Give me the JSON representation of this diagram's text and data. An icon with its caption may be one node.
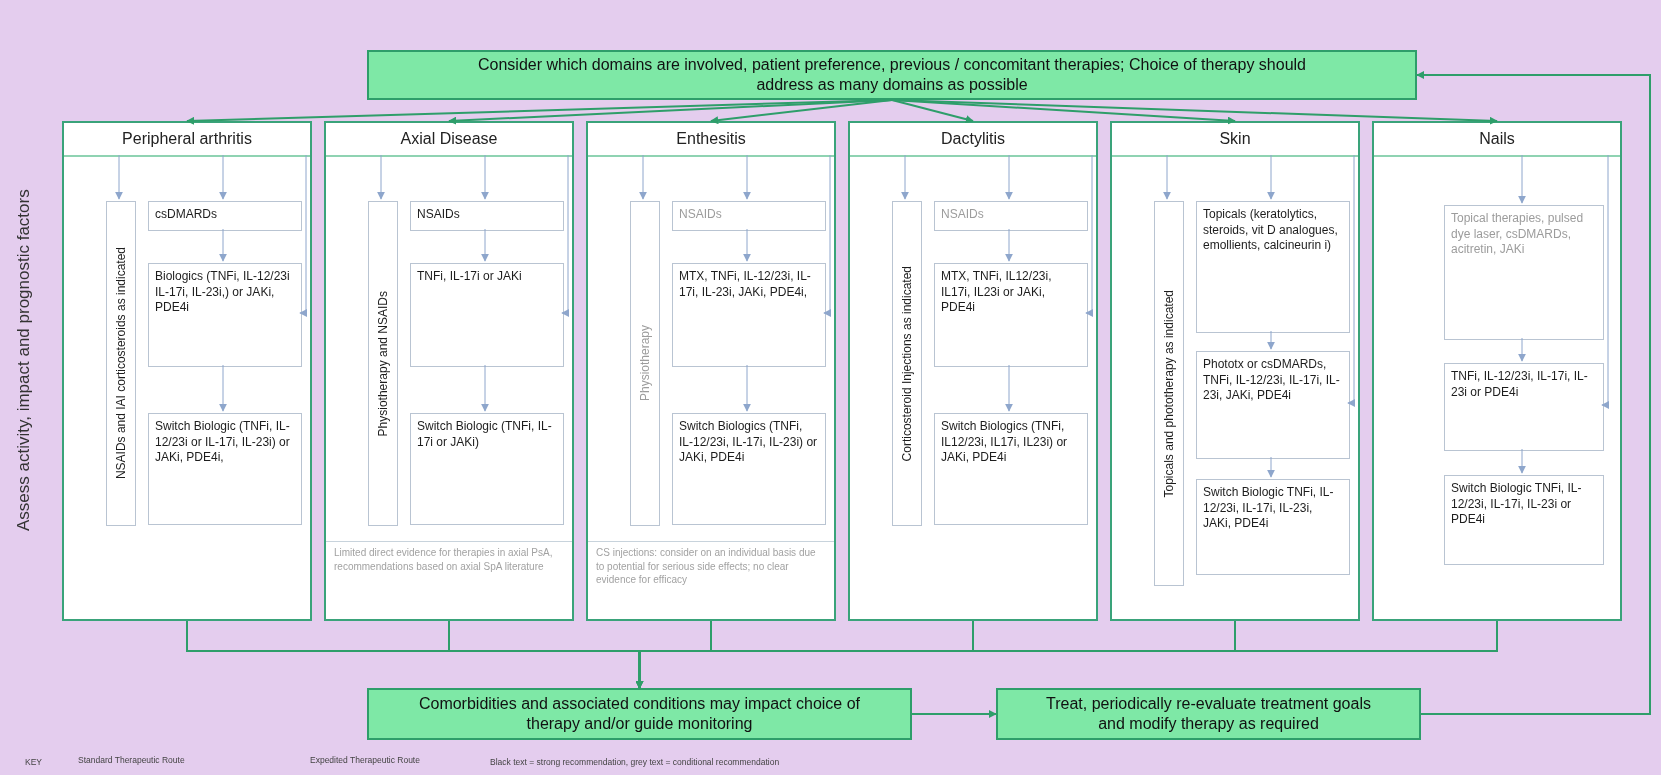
{
  "diagram": {
    "nodes": [
      {
        "text": [
          "Consider which domains are involved, patient preference, previous / concomitant therapies; Choice of therapy should address as many domains as possible"
        ]
      },
      {
        "text": [
          "Peripheral arthritis"
        ]
      },
      {
        "text": [
          "NSAIDs and IAI corticosteroids as indicated"
        ],
        "in": 1
      },
      {
        "text": [
          "csDMARDs"
        ],
        "in": 1
      },
      {
        "text": [
          "Biologics (TNFi, IL-12/23i IL-17i, IL-23i,) or JAKi, PDE4i"
        ],
        "in": 1
      },
      {
        "text": [
          "Switch Biologic (TNFi, IL-12/23i or IL-17i, IL-23i) or JAKi, PDE4i,"
        ],
        "in": 1
      },
      {
        "text": [
          "Axial Disease",
          "Limited direct evidence for therapies in axial PsA, recommendations based on axial SpA literature"
        ]
      },
      {
        "text": [
          "Physiotherapy and NSAIDs"
        ],
        "in": 6
      },
      {
        "text": [
          "NSAIDs"
        ],
        "in": 6
      },
      {
        "text": [
          "TNFi, IL-17i or JAKi"
        ],
        "in": 6
      },
      {
        "text": [
          "Switch Biologic (TNFi, IL-17i or JAKi)"
        ],
        "in": 6
      },
      {
        "text": [
          "Enthesitis",
          "CS injections: consider on an individual basis due to potential for serious side effects; no clear evidence for efficacy"
        ]
      },
      {
        "text": [
          "Physiotherapy"
        ],
        "in": 11
      },
      {
        "text": [
          "NSAIDs"
        ],
        "in": 11
      },
      {
        "text": [
          "MTX, TNFi, IL-12/23i, IL-17i, IL-23i, JAKi, PDE4i,"
        ],
        "in": 11
      },
      {
        "text": [
          "Switch Biologics (TNFi, IL-12/23i, IL-17i, IL-23i) or JAKi, PDE4i"
        ],
        "in": 11
      },
      {
        "text": [
          "Dactylitis"
        ]
      },
      {
        "text": [
          "Corticosteroid Injections as indicated"
        ],
        "in": 16
      },
      {
        "text": [
          "NSAIDs"
        ],
        "in": 16
      },
      {
        "text": [
          "MTX, TNFi, IL12/23i, IL17i, IL23i or JAKi, PDE4i"
        ],
        "in": 16
      },
      {
        "text": [
          "Switch Biologics (TNFi, IL12/23i, IL17i, IL23i) or JAKi, PDE4i"
        ],
        "in": 16
      },
      {
        "text": [
          "Skin"
        ]
      },
      {
        "text": [
          "Topicals and phototherapy as indicated"
        ],
        "in": 21
      },
      {
        "text": [
          "Topicals (keratolytics, steroids, vit D analogues, emollients, calcineurin i)"
        ],
        "in": 21
      },
      {
        "text": [
          "Phototx or csDMARDs, TNFi, IL-12/23i, IL-17i, IL-23i, JAKi, PDE4i"
        ],
        "in": 21
      },
      {
        "text": [
          "Switch Biologic TNFi, IL-12/23i, IL-17i, IL-23i, JAKi, PDE4i"
        ],
        "in": 21
      },
      {
        "text": [
          "Nails"
        ]
      },
      {
        "text": [
          "Topical therapies, pulsed dye laser, csDMARDs, acitretin, JAKi"
        ],
        "in": 26
      },
      {
        "text": [
          "TNFi, IL-12/23i, IL-17i, IL-23i or PDE4i"
        ],
        "in": 26
      },
      {
        "text": [
          "Switch Biologic TNFi, IL-12/23i, IL-17i, IL-23i or PDE4i"
        ],
        "in": 26
      },
      {
        "text": [
          "Comorbidities and associated conditions may impact choice of therapy and/or guide monitoring"
        ]
      },
      {
        "text": [
          "Treat, periodically re-evaluate treatment goals and modify therapy as required"
        ]
      }
    ],
    "edges": [
      {
        "from": 0,
        "to": 1,
        "arrow": "to",
        "color": "#2e9e6a"
      },
      {
        "from": 0,
        "to": 6,
        "arrow": "to",
        "color": "#2e9e6a"
      },
      {
        "from": 0,
        "to": 11,
        "arrow": "to",
        "color": "#2e9e6a"
      },
      {
        "from": 0,
        "to": 16,
        "arrow": "to",
        "color": "#2e9e6a"
      },
      {
        "from": 0,
        "to": 21,
        "arrow": "to",
        "color": "#2e9e6a"
      },
      {
        "from": 0,
        "to": 26,
        "arrow": "to",
        "color": "#2e9e6a"
      },
      {
        "from": 1,
        "to": 2,
        "arrow": "to"
      },
      {
        "from": 1,
        "to": 3,
        "arrow": "to"
      },
      {
        "from": 3,
        "to": 4,
        "arrow": "to"
      },
      {
        "from": 4,
        "to": 5,
        "arrow": "to"
      },
      {
        "from": 1,
        "to": 4,
        "arrow": "to"
      },
      {
        "from": 6,
        "to": 7,
        "arrow": "to"
      },
      {
        "from": 6,
        "to": 8,
        "arrow": "to"
      },
      {
        "from": 8,
        "to": 9,
        "arrow": "to"
      },
      {
        "from": 9,
        "to": 10,
        "arrow": "to"
      },
      {
        "from": 6,
        "to": 9,
        "arrow": "to"
      },
      {
        "from": 11,
        "to": 12,
        "arrow": "to"
      },
      {
        "from": 11,
        "to": 13,
        "arrow": "to"
      },
      {
        "from": 13,
        "to": 14,
        "arrow": "to"
      },
      {
        "from": 14,
        "to": 15,
        "arrow": "to"
      },
      {
        "from": 11,
        "to": 14,
        "arrow": "to"
      },
      {
        "from": 16,
        "to": 17,
        "arrow": "to"
      },
      {
        "from": 16,
        "to": 18,
        "arrow": "to"
      },
      {
        "from": 18,
        "to": 19,
        "arrow": "to"
      },
      {
        "from": 19,
        "to": 20,
        "arrow": "to"
      },
      {
        "from": 16,
        "to": 19,
        "arrow": "to"
      },
      {
        "from": 21,
        "to": 22,
        "arrow": "to"
      },
      {
        "from": 21,
        "to": 23,
        "arrow": "to"
      },
      {
        "from": 23,
        "to": 24,
        "arrow": "to"
      },
      {
        "from": 24,
        "to": 25,
        "arrow": "to"
      },
      {
        "from": 21,
        "to": 24,
        "arrow": "to"
      },
      {
        "from": 26,
        "to": 27,
        "arrow": "to"
      },
      {
        "from": 27,
        "to": 28,
        "arrow": "to"
      },
      {
        "from": 28,
        "to": 29,
        "arrow": "to"
      },
      {
        "from": 26,
        "to": 28,
        "arrow": "to"
      },
      {
        "from": 1,
        "to": 30,
        "arrow": "to",
        "color": "#2e9e6a"
      },
      {
        "from": 6,
        "to": 30,
        "arrow": "to",
        "color": "#2e9e6a"
      },
      {
        "from": 11,
        "to": 30,
        "arrow": "to",
        "color": "#2e9e6a"
      },
      {
        "from": 16,
        "to": 30,
        "arrow": "to",
        "color": "#2e9e6a"
      },
      {
        "from": 21,
        "to": 30,
        "arrow": "to",
        "color": "#2e9e6a"
      },
      {
        "from": 26,
        "to": 30,
        "arrow": "to",
        "color": "#2e9e6a"
      },
      {
        "from": 30,
        "to": 31,
        "arrow": "to",
        "color": "#2e9e6a"
      },
      {
        "from": 31,
        "to": 0,
        "arrow": "to",
        "color": "#2e9e6a"
      }
    ],
    "labels": [
      "Assess activity, impact and prognostic factors",
      "KEY",
      "Standard Therapeutic Route",
      "Expedited Therapeutic Route",
      "Black text = strong recommendation, grey text = conditional recommendation"
    ]
  }
}
